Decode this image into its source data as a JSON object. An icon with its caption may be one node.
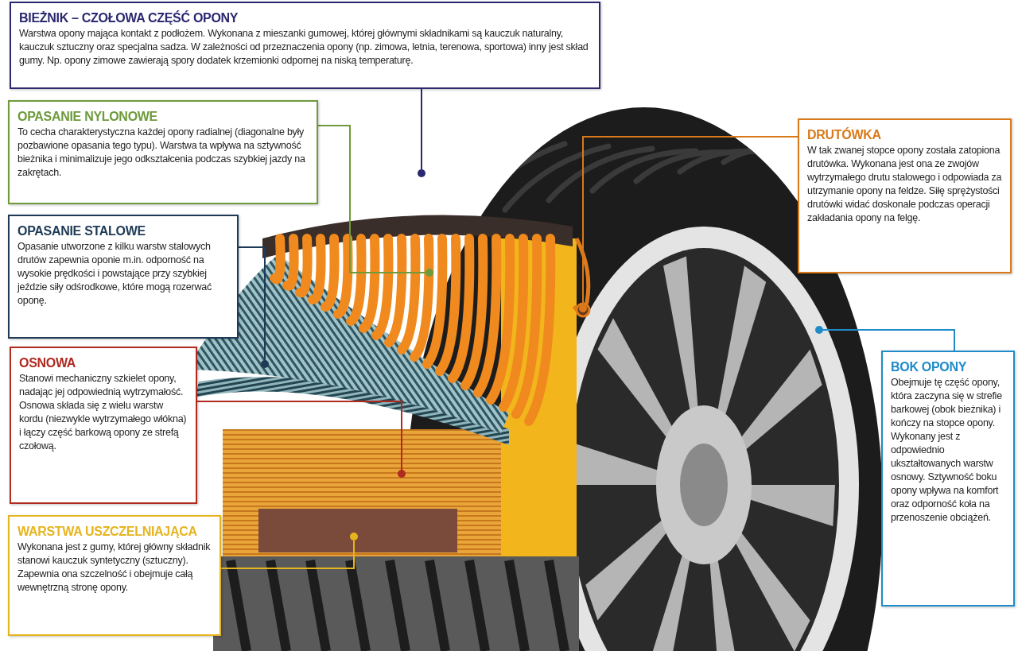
{
  "diagram": {
    "nodes": [
      {
        "text": [
          "BIEŻNIK – CZOŁOWA CZĘŚĆ OPONY",
          "Warstwa opony mająca kontakt z podłożem. Wykonana z mieszanki gumowej, której głównymi składnikami są kauczuk naturalny, kauczuk sztuczny oraz specjalna sadza. W zależności od przeznaczenia opony (np. zimowa, letnia, terenowa, sportowa) inny jest skład gumy. Np. opony zimowe zawierają spory dodatek krzemionki odpornej na niską temperaturę."
        ]
      },
      {
        "text": [
          "OPASANIE NYLONOWE",
          "To cecha charakterystyczna każdej opony radialnej (diagonalne były pozbawione opasania tego typu). Warstwa ta wpływa na sztywność bieżnika i minimalizuje jego odkształcenia podczas szybkiej jazdy na zakrętach."
        ]
      },
      {
        "text": [
          "OPASANIE STALOWE",
          "Opasanie utworzone z kilku warstw stalowych drutów zapewnia oponie m.in. odporność na wysokie prędkości i powstające przy szybkiej jeździe siły odśrodkowe, które mogą rozerwać oponę."
        ]
      },
      {
        "text": [
          "OSNOWA",
          "Stanowi mechaniczny szkielet opony, nadając jej odpowiednią wytrzymałość. Osnowa składa się z wielu warstw kordu (niezwykle wytrzymałego włókna) i łączy część barkową opony ze strefą czołową."
        ]
      },
      {
        "text": [
          "WARSTWA USZCZELNIAJĄCA",
          "Wykonana jest z gumy, której główny składnik stanowi kauczuk syntetyczny (sztuczny). Zapewnia ona szczelność i obejmuje całą wewnętrzną stronę opony."
        ]
      },
      {
        "text": [
          "DRUTÓWKA",
          "W tak zwanej stopce opony została zatopiona drutówka. Wykonana jest ona ze zwojów wytrzymałego drutu stalowego i odpowiada za utrzymanie opony na feldze. Siłę sprężystości drutówki widać doskonale podczas operacji zakładania opony na felgę."
        ]
      },
      {
        "text": [
          "BOK OPONY",
          "Obejmuje tę część opony, która zaczyna się w strefie barkowej (obok bieżnika) i kończy na stopce opony. Wykonany jest z odpowiednio ukształtowanych warstw osnowy. Sztywność boku opony wpływa na komfort oraz odporność koła na przenoszenie obciążeń."
        ]
      },
      {
        "text": [],
        "shape": "circle"
      },
      {
        "text": [],
        "shape": "circle"
      },
      {
        "text": [],
        "shape": "circle"
      },
      {
        "text": [],
        "shape": "circle"
      },
      {
        "text": [],
        "shape": "circle"
      },
      {
        "text": [],
        "shape": "circle"
      },
      {
        "text": [],
        "shape": "circle"
      }
    ],
    "edges": [
      {
        "from": 0,
        "to": 7,
        "arrow": "none",
        "color": "#2b2870"
      },
      {
        "from": 1,
        "to": 8,
        "arrow": "none",
        "color": "#6e9a3c"
      },
      {
        "from": 2,
        "to": 9,
        "arrow": "none",
        "color": "#1e3a56"
      },
      {
        "from": 3,
        "to": 10,
        "arrow": "none",
        "color": "#b02a20"
      },
      {
        "from": 4,
        "to": 11,
        "arrow": "none",
        "color": "#e6b41e"
      },
      {
        "from": 5,
        "to": 12,
        "arrow": "none",
        "color": "#d9791a"
      },
      {
        "from": 6,
        "to": 13,
        "arrow": "none",
        "color": "#1f8bc9"
      }
    ]
  }
}
